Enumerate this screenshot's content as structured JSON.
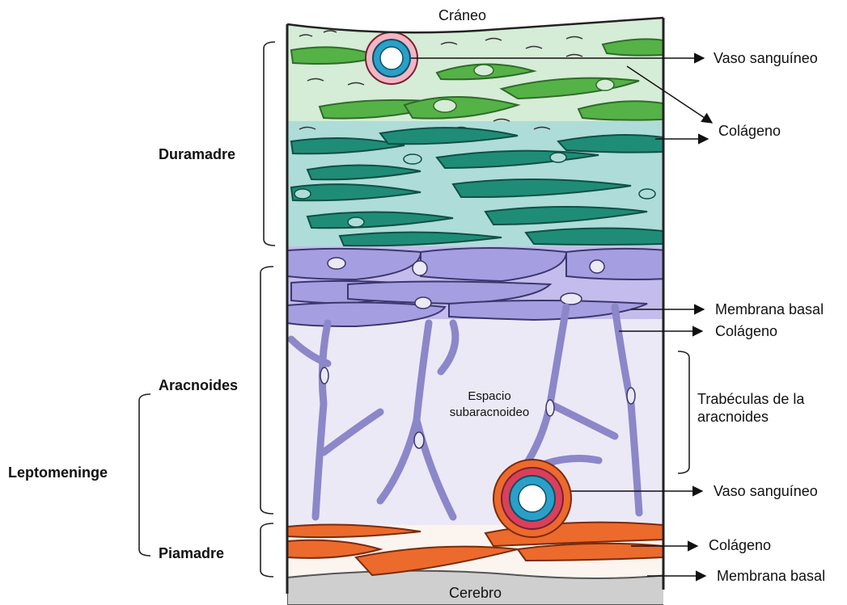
{
  "labels": {
    "top": "Cráneo",
    "bottom": "Cerebro",
    "dura": "Duramadre",
    "arachnoid": "Aracnoides",
    "lepto": "Leptomeninge",
    "pia": "Piamadre",
    "space_line1": "Espacio",
    "space_line2": "subaracnoideo",
    "vessel_top": "Vaso sanguíneo",
    "collagen_top": "Colágeno",
    "basal_mid": "Membrana basal",
    "collagen_mid": "Colágeno",
    "trab_line1": "Trabéculas de la",
    "trab_line2": "aracnoides",
    "vessel_bottom": "Vaso sanguíneo",
    "collagen_bottom": "Colágeno",
    "basal_bottom": "Membrana basal"
  },
  "colors": {
    "dura_light": "#d5ecd6",
    "dura_mid": "#aedcd8",
    "dura_green": "#55b246",
    "dura_teal": "#1f8c78",
    "arachnoid_cell": "#a59ee0",
    "arachnoid_dark": "#8a82cf",
    "subarachnoid": "#ece9f6",
    "trabecula": "#8b87c9",
    "pia_orange": "#ec6a2c",
    "brain_gray": "#cfcfcf",
    "vessel_red": "#d9405a",
    "vessel_blue": "#2aa0c8"
  }
}
